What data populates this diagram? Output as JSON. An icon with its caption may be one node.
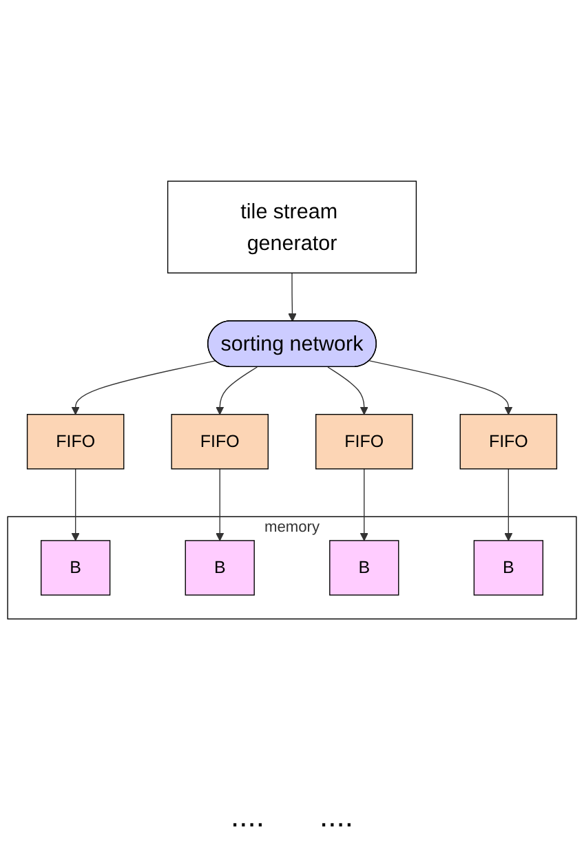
{
  "diagram": {
    "nodes": [
      {
        "text": [
          "tile stream generator"
        ]
      },
      {
        "text": [
          "sorting network"
        ]
      },
      {
        "text": [
          "FIFO"
        ]
      },
      {
        "text": [
          "FIFO"
        ]
      },
      {
        "text": [
          "FIFO"
        ]
      },
      {
        "text": [
          "FIFO"
        ]
      },
      {
        "text": [
          "memory"
        ]
      },
      {
        "text": [
          "B"
        ],
        "in": 6
      },
      {
        "text": [
          "B"
        ],
        "in": 6
      },
      {
        "text": [
          "B"
        ],
        "in": 6
      },
      {
        "text": [
          "B"
        ],
        "in": 6
      }
    ],
    "edges": [
      {
        "from": 0,
        "to": 1,
        "arrow": "to"
      },
      {
        "from": 1,
        "to": 2,
        "arrow": "to"
      },
      {
        "from": 1,
        "to": 3,
        "arrow": "to"
      },
      {
        "from": 1,
        "to": 4,
        "arrow": "to"
      },
      {
        "from": 1,
        "to": 5,
        "arrow": "to"
      },
      {
        "from": 2,
        "to": 7,
        "arrow": "to"
      },
      {
        "from": 3,
        "to": 8,
        "arrow": "to"
      },
      {
        "from": 4,
        "to": 9,
        "arrow": "to"
      },
      {
        "from": 5,
        "to": 10,
        "arrow": "to"
      }
    ],
    "labels": [
      "....",
      "...."
    ]
  }
}
